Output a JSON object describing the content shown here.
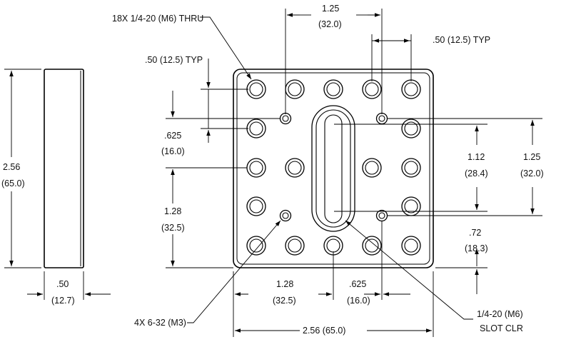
{
  "callouts": {
    "thru_holes": "18X 1/4-20 (M6) THRU",
    "small_holes": "4X 6-32 (M3)",
    "slot_line1": "1/4-20 (M6)",
    "slot_line2": "SLOT CLR"
  },
  "dims": {
    "side_height_in": "2.56",
    "side_height_mm": "(65.0)",
    "thickness_in": ".50",
    "thickness_mm": "(12.7)",
    "top_pitch_in": "1.25",
    "top_pitch_mm": "(32.0)",
    "typ_right": ".50 (12.5) TYP",
    "typ_left": ".50 (12.5) TYP",
    "small_hole_offset_in": ".625",
    "small_hole_offset_mm": "(16.0)",
    "left_vert_in": "1.28",
    "left_vert_mm": "(32.5)",
    "slot_length_in": "1.12",
    "slot_length_mm": "(28.4)",
    "right_pitch_in": "1.25",
    "right_pitch_mm": "(32.0)",
    "bottom_offset_in": ".72",
    "bottom_offset_mm": "(18.3)",
    "bottom_center_in": "1.28",
    "bottom_center_mm": "(32.5)",
    "bottom_offset2_in": ".625",
    "bottom_offset2_mm": "(16.0)",
    "overall_width": "2.56 (65.0)"
  }
}
